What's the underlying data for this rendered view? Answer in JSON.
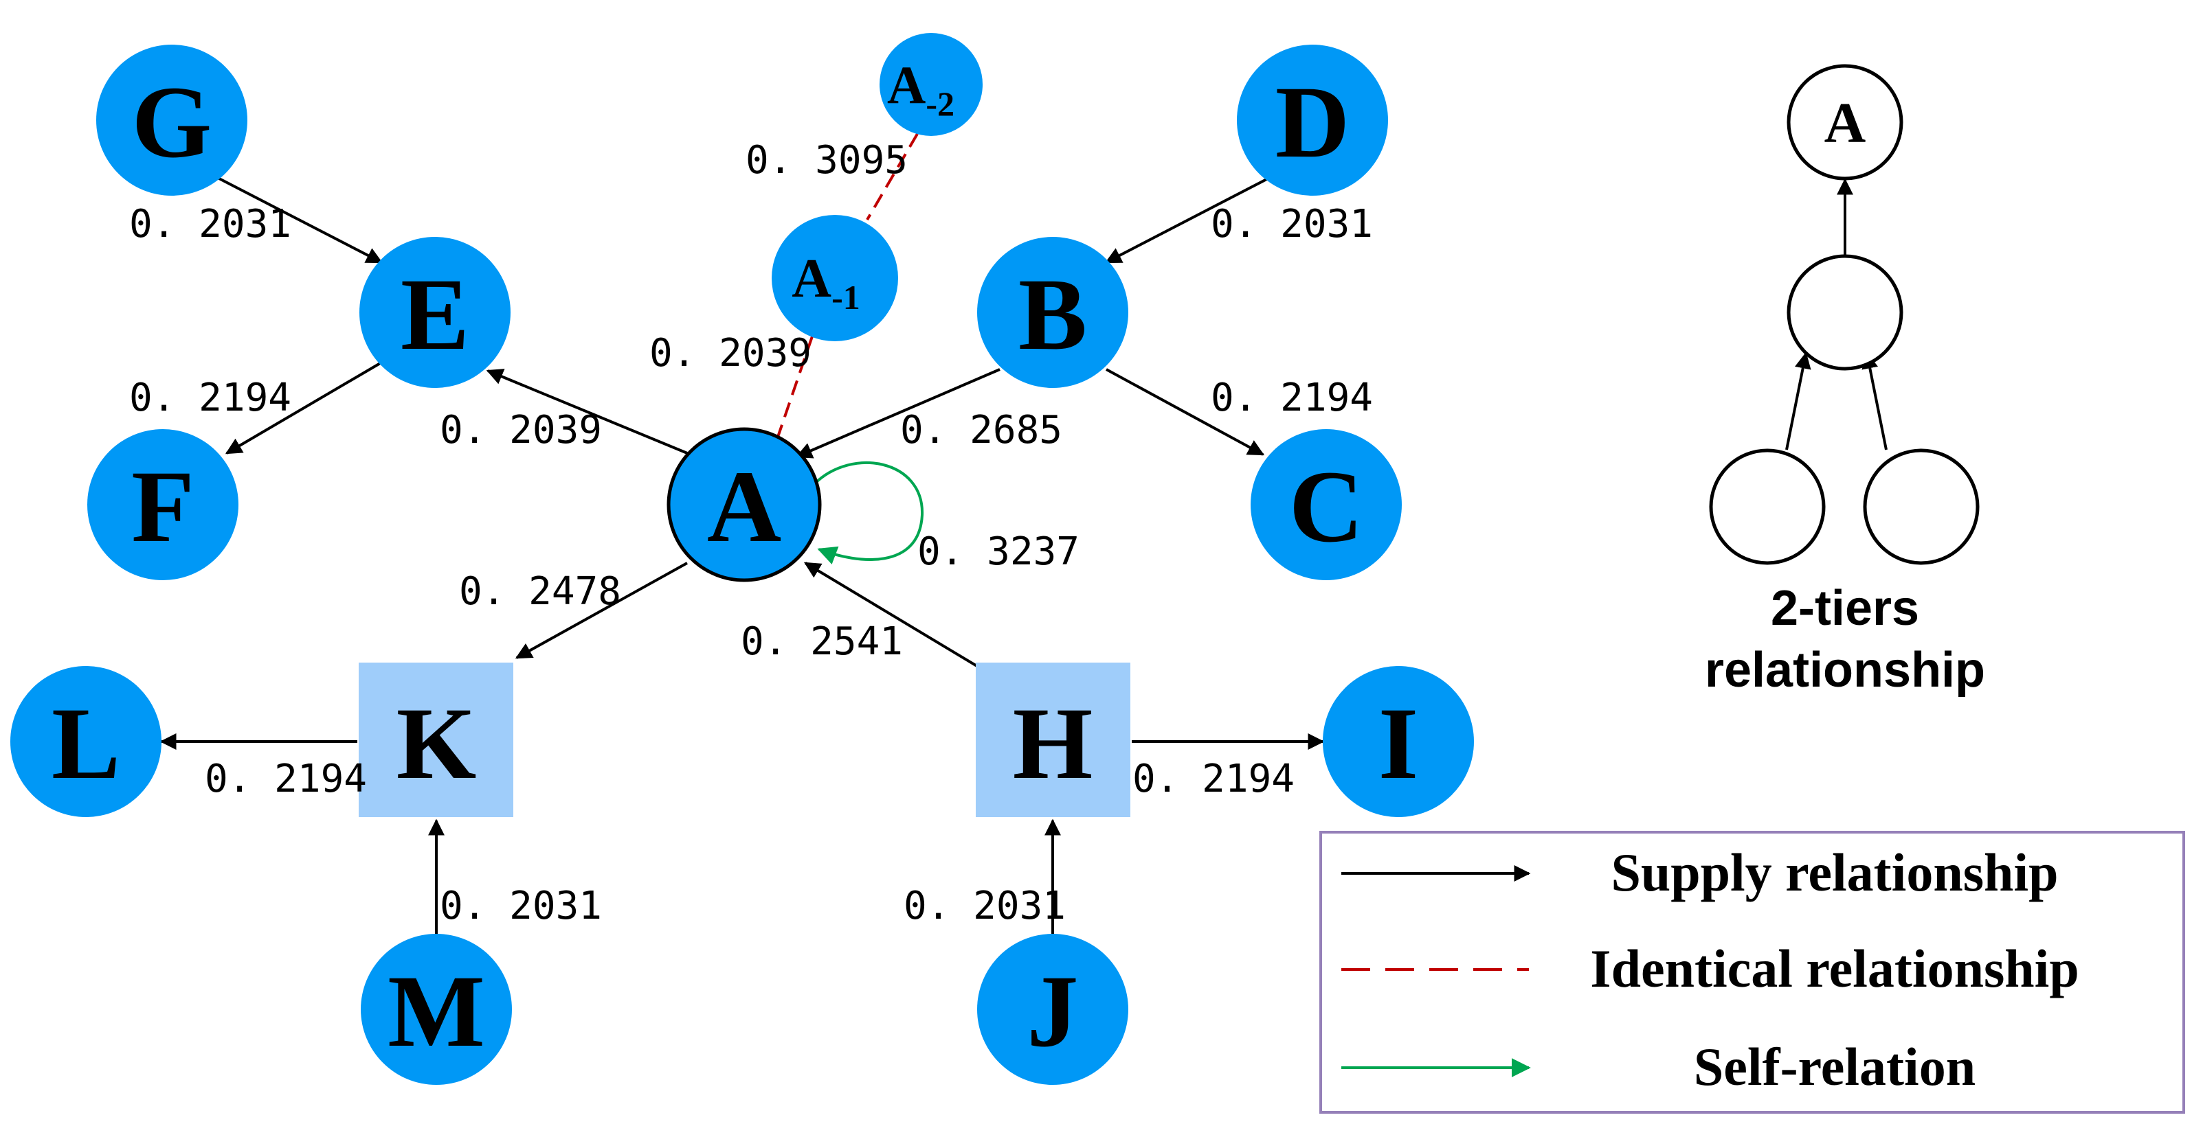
{
  "colors": {
    "node_fill": "#0098f6",
    "square_fill": "#9fcdfa",
    "supply_edge": "#000000",
    "identical_edge": "#c00000",
    "self_edge": "#00a651",
    "legend_border": "#9580b8"
  },
  "nodes": {
    "G": "G",
    "D": "D",
    "E": "E",
    "B": "B",
    "F": "F",
    "C": "C",
    "A": "A",
    "L": "L",
    "K": "K",
    "H": "H",
    "I": "I",
    "M": "M",
    "J": "J",
    "A_minus_1": {
      "base": "A",
      "sub": "-1"
    },
    "A_minus_2": {
      "base": "A",
      "sub": "-2"
    }
  },
  "edge_labels": {
    "g_e": "0. 2031",
    "d_b": "0. 2031",
    "a2_a1": "0. 3095",
    "a1_a": "0. 2039",
    "e_f": "0. 2194",
    "b_c": "0. 2194",
    "a_e": "0. 2039",
    "b_a": "0. 2685",
    "a_self": "0. 3237",
    "a_k": "0. 2478",
    "h_a": "0. 2541",
    "k_l": "0. 2194",
    "h_i": "0. 2194",
    "m_k": "0. 2031",
    "j_h": "0. 2031"
  },
  "inset": {
    "top_node": "A",
    "caption_line1": "2-tiers",
    "caption_line2": "relationship"
  },
  "legend": {
    "supply": "Supply relationship",
    "identical": "Identical relationship",
    "self": "Self-relation"
  }
}
